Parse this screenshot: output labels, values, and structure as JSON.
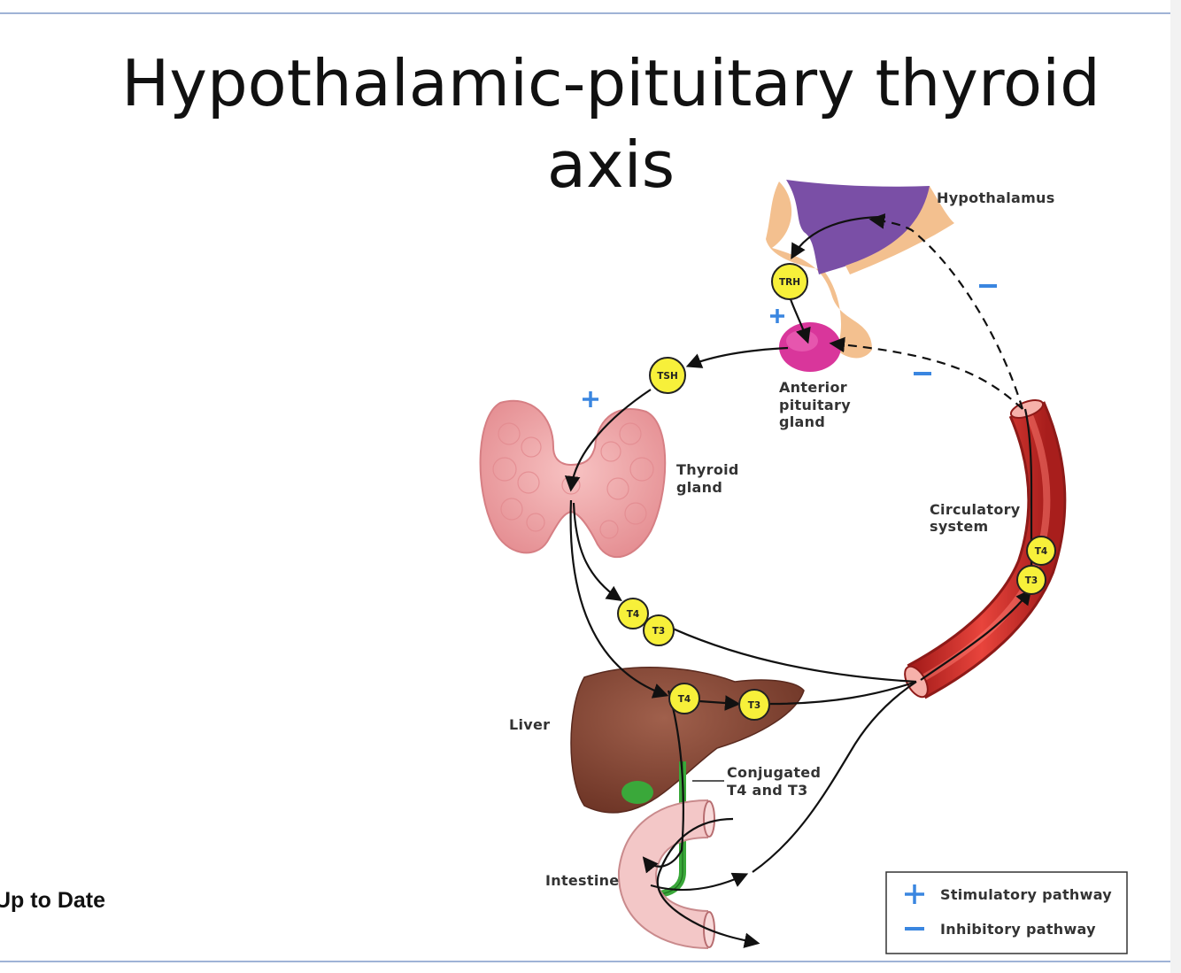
{
  "slide": {
    "title_line1": "Hypothalamic-pituitary thyroid",
    "title_line2": "axis",
    "source": "Up to Date"
  },
  "diagram": {
    "labels": {
      "hypothalamus": "Hypothalamus",
      "anterior_pituitary_1": "Anterior",
      "anterior_pituitary_2": "pituitary",
      "anterior_pituitary_3": "gland",
      "thyroid_1": "Thyroid",
      "thyroid_2": "gland",
      "circulatory_1": "Circulatory",
      "circulatory_2": "system",
      "liver": "Liver",
      "conjugated_1": "Conjugated",
      "conjugated_2": "T4 and T3",
      "intestine": "Intestine"
    },
    "hormones": {
      "trh": "TRH",
      "tsh": "TSH",
      "t4": "T4",
      "t3": "T3"
    },
    "legend": {
      "stimulatory": "Stimulatory pathway",
      "inhibitory": "Inhibitory pathway"
    },
    "colors": {
      "hypothalamus": "#7a4fa6",
      "pituitary": "#d9369b",
      "stalk": "#f3c08f",
      "thyroid": "#f0a6a6",
      "vessel": "#d8302b",
      "liver": "#8a4a3a",
      "bile": "#3aa83a",
      "intestine": "#f3c7c7",
      "hormone_bubble": "#f7f03a",
      "stimulatory": "#3a86e0",
      "inhibitory": "#3a86e0"
    }
  }
}
